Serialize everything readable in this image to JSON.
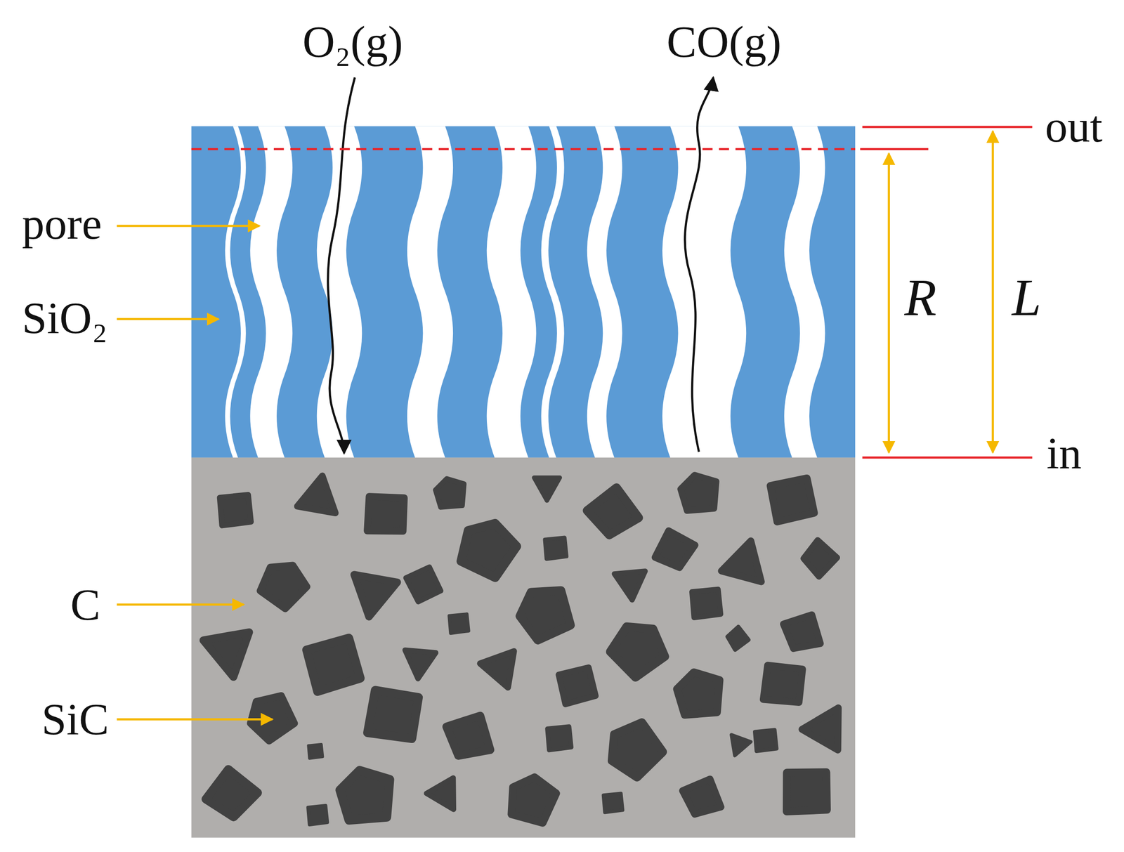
{
  "diagram": {
    "labels": [
      "O₂(g)",
      "CO(g)",
      "out",
      "pore",
      "SiO₂",
      "R",
      "L",
      "in",
      "C",
      "SiC"
    ]
  }
}
